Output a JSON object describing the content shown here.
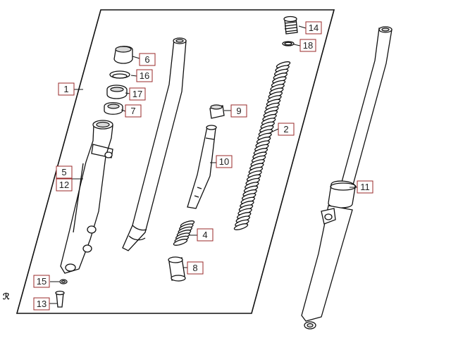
{
  "colors": {
    "line": "#111111",
    "callout_border": "#9a2a2a",
    "background": "#ffffff"
  },
  "callouts": [
    {
      "id": "c1",
      "text": "1"
    },
    {
      "id": "c2",
      "text": "2"
    },
    {
      "id": "c4",
      "text": "4"
    },
    {
      "id": "c5",
      "text": "5"
    },
    {
      "id": "c6",
      "text": "6"
    },
    {
      "id": "c7",
      "text": "7"
    },
    {
      "id": "c8",
      "text": "8"
    },
    {
      "id": "c9",
      "text": "9"
    },
    {
      "id": "c10",
      "text": "10"
    },
    {
      "id": "c11",
      "text": "11"
    },
    {
      "id": "c12",
      "text": "12"
    },
    {
      "id": "c13",
      "text": "13"
    },
    {
      "id": "c14",
      "text": "14"
    },
    {
      "id": "c15",
      "text": "15"
    },
    {
      "id": "c16",
      "text": "16"
    },
    {
      "id": "c17",
      "text": "17"
    },
    {
      "id": "c18",
      "text": "18"
    }
  ],
  "corner_mark": "ℛ"
}
